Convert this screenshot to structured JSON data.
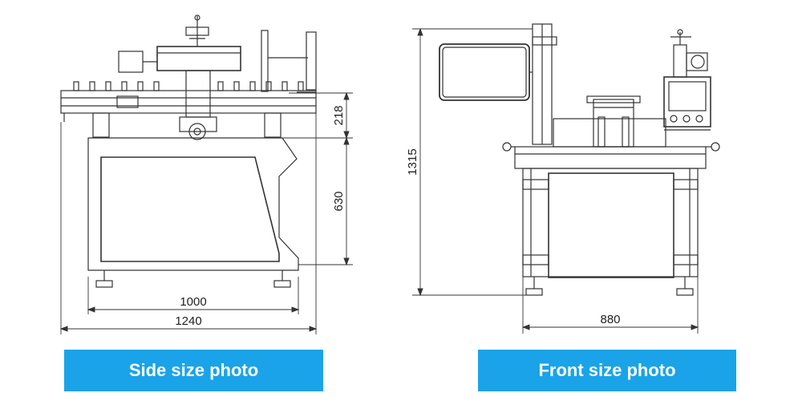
{
  "side_view": {
    "caption": "Side size photo",
    "dims": {
      "height_upper": "218",
      "height_lower": "630",
      "width_inner": "1000",
      "width_outer": "1240"
    }
  },
  "front_view": {
    "caption": "Front size photo",
    "dims": {
      "height_total": "1315",
      "width": "880"
    }
  },
  "colors": {
    "caption_bg": "#1aa3e8",
    "caption_text": "#ffffff",
    "line": "#333333"
  }
}
